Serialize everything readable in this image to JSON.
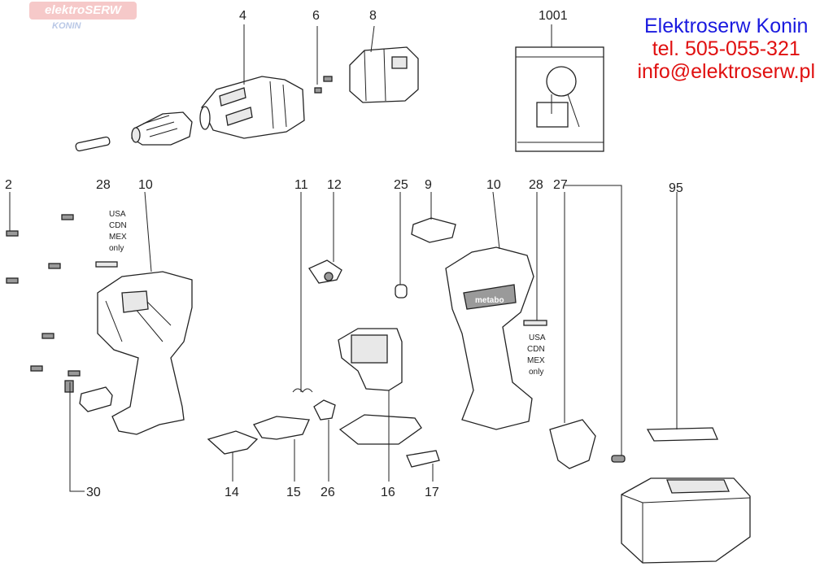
{
  "logo": {
    "main": "elektroSERW",
    "sub": "KONIN",
    "color": "#f6c9c9"
  },
  "contact": {
    "name": "Elektroserw Konin",
    "phone": "tel. 505-055-321",
    "email": "info@elektroserw.pl",
    "name_color": "#1a1adf",
    "phone_color": "#e01010"
  },
  "parts": {
    "p2": "2",
    "p4": "4",
    "p6": "6",
    "p8": "8",
    "p1001": "1001",
    "p28a": "28",
    "p10a": "10",
    "p11": "11",
    "p12": "12",
    "p25": "25",
    "p9": "9",
    "p10b": "10",
    "p28b": "28",
    "p27": "27",
    "p95": "95",
    "p30": "30",
    "p14": "14",
    "p15": "15",
    "p26": "26",
    "p16": "16",
    "p17": "17"
  },
  "region_note": {
    "left": [
      "USA",
      "CDN",
      "MEX",
      "only"
    ],
    "right": [
      "USA",
      "CDN",
      "MEX",
      "only"
    ]
  },
  "brand_on_housing": "metabo"
}
